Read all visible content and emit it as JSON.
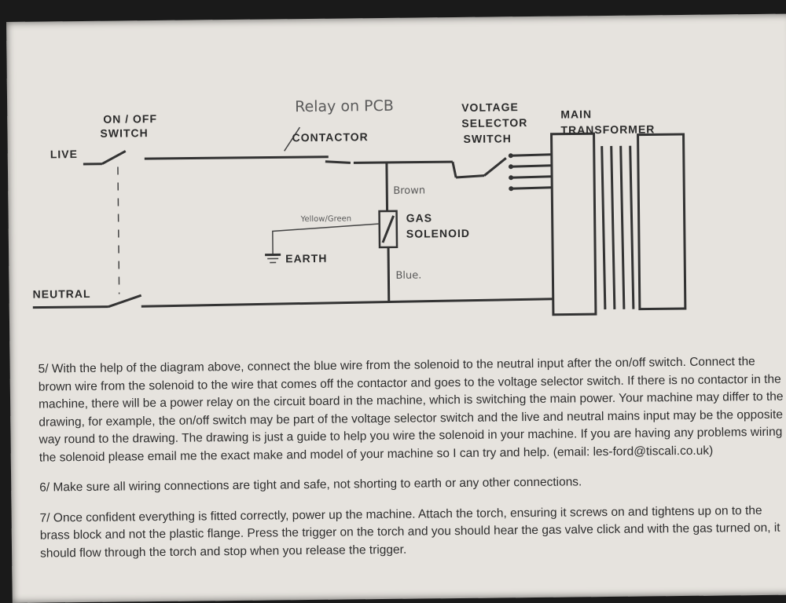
{
  "diagram": {
    "live": "LIVE",
    "neutral": "NEUTRAL",
    "onoff_line1": "ON / OFF",
    "onoff_line2": "SWITCH",
    "relay_handwritten": "Relay on PCB",
    "contactor": "CONTACTOR",
    "voltage_line1": "VOLTAGE",
    "voltage_line2": "SELECTOR",
    "voltage_line3": "SWITCH",
    "main_line1": "MAIN",
    "main_line2": "TRANSFORMER",
    "gas_line1": "GAS",
    "gas_line2": "SOLENOID",
    "earth": "EARTH",
    "brown_handwritten": "Brown",
    "yellow_handwritten": "Yellow/Green",
    "blue_handwritten": "Blue."
  },
  "instructions": {
    "step5": "5/ With the help of the diagram above, connect the blue wire from the solenoid to the neutral input after the on/off switch. Connect the brown wire from the solenoid to the wire that comes off the contactor and goes to the voltage selector switch. If there is no contactor in the machine, there will be a power relay on the circuit board in the machine, which is switching the main power.  Your machine may differ to the drawing, for example, the on/off switch may be part of the voltage selector switch and the live and neutral mains input may be the opposite way round to the drawing. The drawing is just a guide to help you wire the solenoid in your machine. If you are having any problems wiring the solenoid please email me the exact make and model of your machine so I can try and help. (email: les-ford@tiscali.co.uk)",
    "step6": "6/ Make sure all wiring connections are tight and safe, not shorting to earth or any other connections.",
    "step7": "7/ Once confident everything is fitted correctly, power up the machine. Attach the torch, ensuring it screws on and tightens up on to the brass block and not the plastic flange. Press the trigger on the torch and you should hear the gas valve click and with the gas turned on, it should flow through the torch and stop when you release the trigger."
  }
}
